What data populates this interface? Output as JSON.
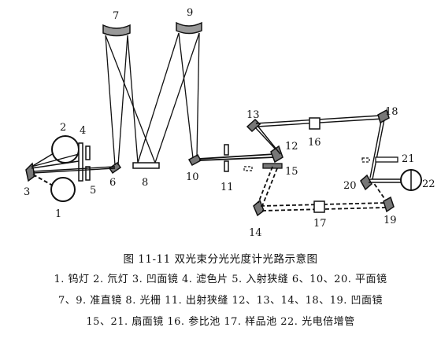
{
  "diagram": {
    "labels": {
      "n1": "1",
      "n2": "2",
      "n3": "3",
      "n4": "4",
      "n5": "5",
      "n6": "6",
      "n7": "7",
      "n8": "8",
      "n9": "9",
      "n10": "10",
      "n11": "11",
      "n12": "12",
      "n13": "13",
      "n14": "14",
      "n15": "15",
      "n16": "16",
      "n17": "17",
      "n18": "18",
      "n19": "19",
      "n20": "20",
      "n21": "21",
      "n22": "22"
    }
  },
  "caption": {
    "title": "图 11-11   双光束分光光度计光路示意图",
    "legend_line1": "1. 钨灯  2. 氘灯  3. 凹面镜  4. 滤色片  5. 入射狭缝  6、10、20. 平面镜",
    "legend_line2": "7、9. 准直镜  8. 光栅  11. 出射狭缝  12、13、14、18、19. 凹面镜",
    "legend_line3": "15、21. 扇面镜  16. 参比池  17. 样品池  22. 光电倍增管"
  }
}
